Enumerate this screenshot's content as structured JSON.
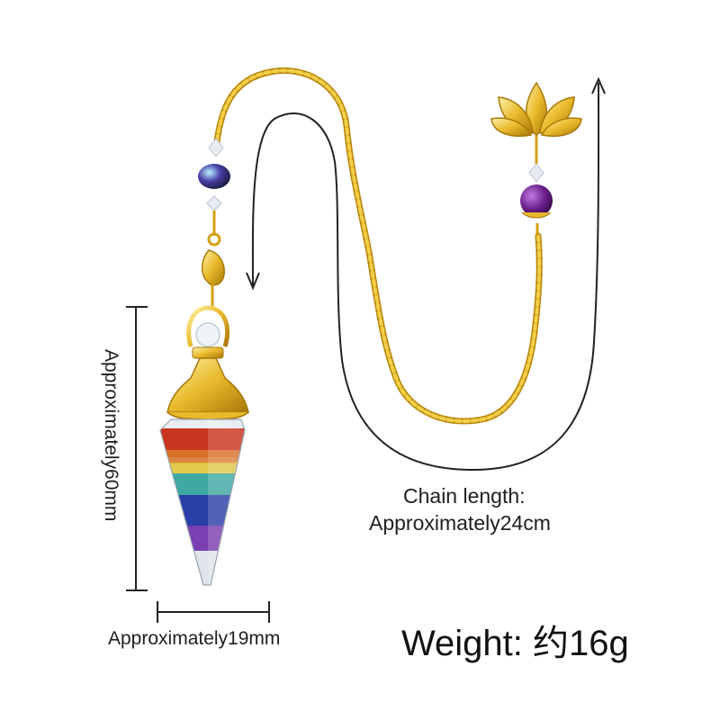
{
  "labels": {
    "chain_length_title": "Chain length:",
    "chain_length_value": "Approximately24cm",
    "width": "Approximately19mm",
    "height": "Approximately60mm",
    "weight": "Weight: 约16g"
  },
  "colors": {
    "gold": "#e8b92a",
    "gold_dark": "#b8860b",
    "red_stone": "#c9341f",
    "orange_stone": "#d9772a",
    "yellow_stone": "#e0c43a",
    "green_stone": "#3fa8a0",
    "blue_stone": "#2b3fa8",
    "purple_stone": "#7a3fb0",
    "amethyst_bead": "#6a1f8a",
    "crystal": "#e6ecf2"
  }
}
